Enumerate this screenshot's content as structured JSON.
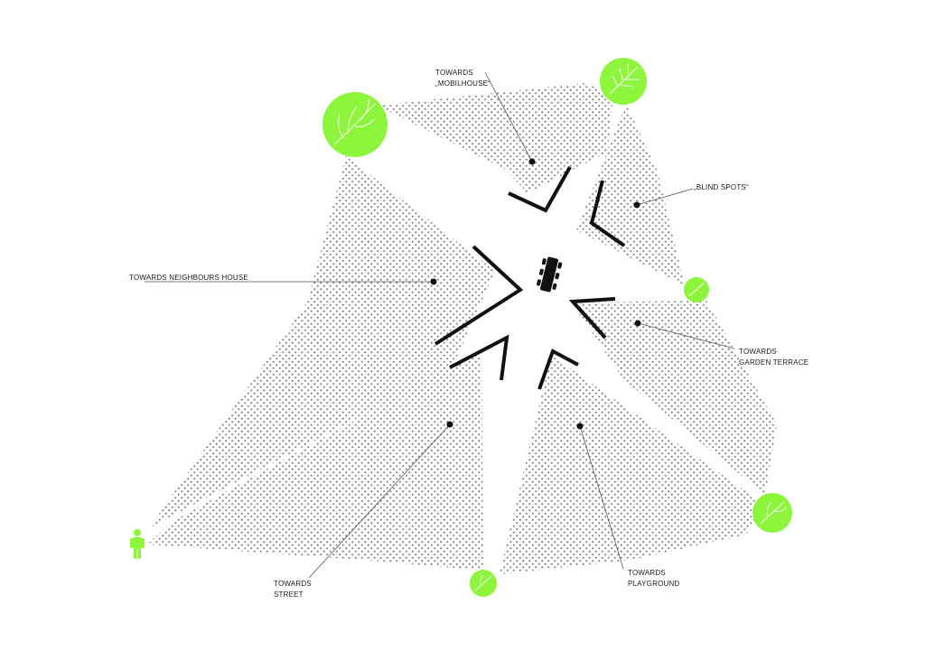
{
  "colors": {
    "tree_green": "#8cf53c",
    "stipple": "#7a7a7a",
    "ink": "#111111"
  },
  "labels": {
    "mobilhouse": [
      "TOWARDS",
      "„MOBILHOUSE“"
    ],
    "blind_spots": [
      "„BLIND SPOTS“"
    ],
    "neighbours": [
      "TOWARDS NEIGHBOURS HOUSE"
    ],
    "garden": [
      "TOWARDS",
      "GARDEN TERRACE"
    ],
    "street": [
      "TOWARDS",
      "STREET"
    ],
    "playground": [
      "TOWARDS",
      "PLAYGROUND"
    ]
  },
  "icons": {
    "trees": [
      "tree-icon",
      "tree-icon",
      "tree-icon",
      "tree-icon",
      "tree-icon"
    ],
    "person": "person-icon",
    "table": "dining-table-icon"
  }
}
